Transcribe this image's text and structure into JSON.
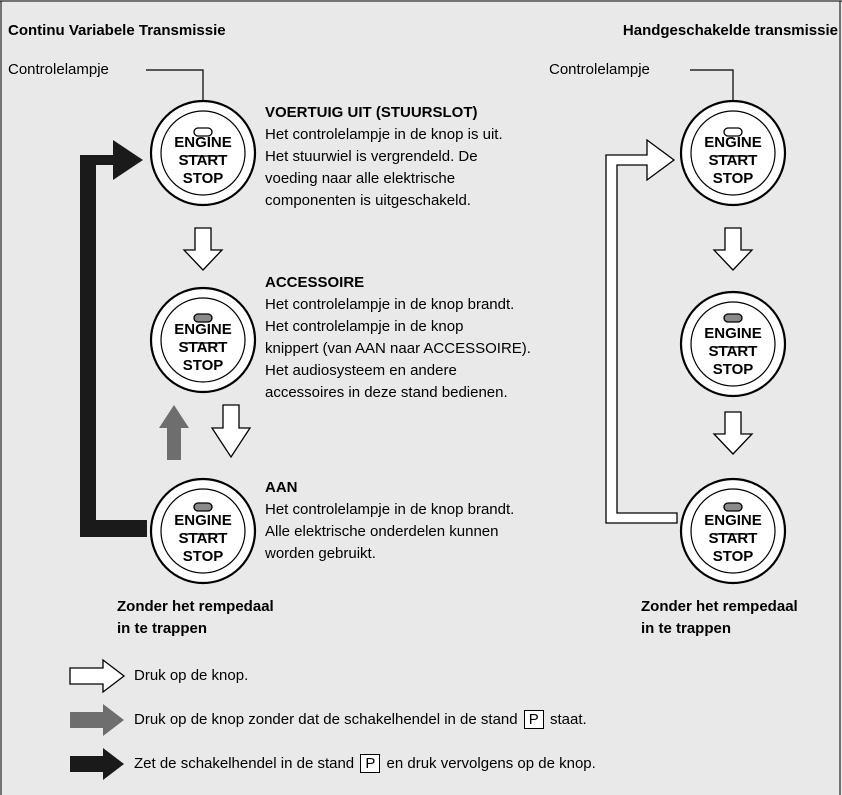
{
  "headings": {
    "left": "Continu Variabele Transmissie",
    "right": "Handgeschakelde transmissie"
  },
  "indicator_label": "Controlelampje",
  "button_label": {
    "line1": "ENGINE",
    "line2": "START",
    "line3": "STOP"
  },
  "modes": {
    "off": {
      "title": "VOERTUIG UIT (STUURSLOT)",
      "lines": [
        "Het controlelampje in de knop is uit.",
        "Het stuurwiel is vergrendeld. De",
        "voeding naar alle elektrische",
        "componenten is uitgeschakeld."
      ]
    },
    "accessory": {
      "title": "ACCESSOIRE",
      "lines": [
        "Het controlelampje in de knop brandt.",
        "Het controlelampje in de knop",
        "knippert (van AAN naar ACCESSOIRE).",
        "Het audiosysteem en andere",
        "accessoires in deze stand bedienen."
      ]
    },
    "on": {
      "title": "AAN",
      "lines": [
        "Het controlelampje in de knop brandt.",
        "Alle elektrische onderdelen kunnen",
        "worden gebruikt."
      ]
    }
  },
  "footnotes": {
    "left": [
      "Zonder het rempedaal",
      "in te trappen"
    ],
    "right": [
      "Zonder het rempedaal",
      "in te trappen"
    ]
  },
  "legend": {
    "white": "Druk op de knop.",
    "gray_before": "Druk op de knop zonder dat de schakelhendel in de stand",
    "gray_key": "P",
    "gray_after": "staat.",
    "black_before": "Zet de schakelhendel in de stand",
    "black_key": "P",
    "black_after": "en druk vervolgens op de knop."
  },
  "colors": {
    "background": "#e9e9e9",
    "black_arrow": "#1a1a1a",
    "gray_arrow": "#6e6e6e",
    "white_arrow": "#ffffff",
    "lamp_off": "#ffffff",
    "lamp_on": "#8a8a8a"
  }
}
